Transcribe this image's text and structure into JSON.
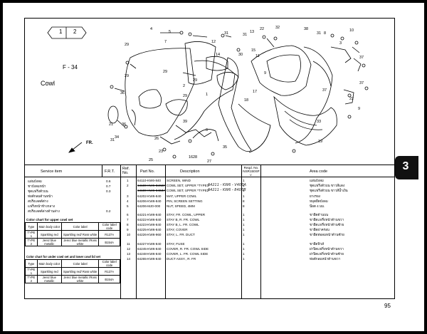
{
  "section": {
    "tab_left": "1",
    "tab_right": "2",
    "chapter": "3",
    "page_number": "95"
  },
  "figure": {
    "code": "F - 34",
    "title": "Cowl",
    "front_label": "FR.",
    "callouts": [
      "4",
      "5",
      "31",
      "31",
      "13",
      "22",
      "32",
      "38",
      "31",
      "10",
      "8",
      "3",
      "37",
      "29",
      "29",
      "36",
      "7",
      "12",
      "14",
      "15",
      "11",
      "1",
      "30",
      "9",
      "37",
      "36",
      "17",
      "18",
      "37",
      "22",
      "29",
      "29",
      "29",
      "2",
      "33",
      "21",
      "31",
      "6",
      "39",
      "16",
      "19",
      "34",
      "35",
      "26",
      "25",
      "23",
      "28",
      "27",
      "9"
    ]
  },
  "table": {
    "headers": {
      "service_item": "Service item",
      "frt": "F.R.T.",
      "ref_no": "Ref. No.",
      "part_no": "Part No.",
      "description": "Description",
      "reqd_no": "Reqd. No. NSR150SP",
      "reqd_sub": "V",
      "area_code": "Area code"
    },
    "service_items": [
      {
        "name": "แผ่นบังลม",
        "frt": "0.6"
      },
      {
        "name": "ชาบังลมหน้า",
        "frt": "0.7"
      },
      {
        "name": "ชุดแฟริ่งตัวบน",
        "frt": "0.3"
      },
      {
        "name": "ท่อดักลมด้านหน้า",
        "frt": ""
      },
      {
        "name": "สปริงเลดด์ต่าง",
        "frt": ""
      },
      {
        "name": "แฟริ่งหน้าข้างกลาง",
        "frt": ""
      },
      {
        "name": "สปริงเลดด์ล่างด้านล่าง",
        "frt": "0.2"
      }
    ],
    "color_chart_upper": {
      "title": "Color chart for upper cowl set",
      "columns": [
        "Type",
        "Main body color",
        "Color label",
        "Color label code"
      ],
      "rows": [
        {
          "type": "TYPE 1",
          "main": "Sparkling red",
          "label": "Sparkling red/ Ross white",
          "code": "R127A"
        },
        {
          "type": "TYPE 2",
          "main": "Jerez blue metallic",
          "label": "Jerez blue metallic /Ross white",
          "code": "B154A"
        }
      ]
    },
    "color_chart_lower": {
      "title": "Color chart for under cowl set and lower cowl lid set",
      "columns": [
        "Type",
        "Main body color",
        "Color label",
        "Color label code"
      ],
      "rows": [
        {
          "type": "TYPE 1",
          "main": "Sparkling red",
          "label": "Sparkling red/ Ross white",
          "code": "R127A"
        },
        {
          "type": "TYPE 2",
          "main": "Jerez blue metallic",
          "label": "Jerez blue metallic /Ross white",
          "code": "B154A"
        }
      ]
    },
    "parts": [
      {
        "ref": "1",
        "part": "64110-KW6-840",
        "desc": "SCREEN, WIND",
        "qty": "1",
        "area": "แผ่นบังลม",
        "strike": false,
        "note": ""
      },
      {
        "ref": "2",
        "part": "64100-KW6-B40ZA",
        "desc": "COWL SET, UPPER *TYPE1*",
        "qty": "1",
        "area": "ชุดแฟริ่งตัวบน ขาวสีแดง",
        "strike": true,
        "note": "64211 - KW6 - V40ZA"
      },
      {
        "ref": "",
        "part": "64100-KW6-840ZA",
        "desc": "COWL SET, UPPER *TYPE2*",
        "qty": "1",
        "area": "ชุดแฟริ่งตัวบน ขาวสีน้ำเงิน",
        "strike": true,
        "note": "64211 - KW6 - 840ZB"
      },
      {
        "ref": "3",
        "part": "64202-KW6-840",
        "desc": "MAT, UPPER COWL",
        "qty": "1",
        "area": "ยางรอง",
        "strike": false,
        "note": ""
      },
      {
        "ref": "4",
        "part": "64206-KW6-840",
        "desc": "PIN, SCREEN SETTING",
        "qty": "8",
        "area": "หมุดยึดบังลม",
        "strike": false,
        "note": ""
      },
      {
        "ref": "5",
        "part": "64206-MJ0-000",
        "desc": "NUT, SPEED, 4MM",
        "qty": "8",
        "area": "น๊อต 4 มม.",
        "strike": false,
        "note": ""
      },
      {
        "ref": "6",
        "part": "64221-KW6-840",
        "desc": "STAY, FR. COWL, UPPER",
        "qty": "1",
        "area": "ขายึดด้านบน",
        "strike": false,
        "note": ""
      },
      {
        "ref": "7",
        "part": "64222-KW6-840",
        "desc": "STAY B, R. FR. COWL",
        "qty": "1",
        "area": "ขายึดแฟริ่งหน้าด้านขวา",
        "strike": false,
        "note": ""
      },
      {
        "ref": "8",
        "part": "64223-KW6-840",
        "desc": "STAY B, L. FR. COWL",
        "qty": "1",
        "area": "ขายึดแฟริ่งหน้าด้านซ้าย",
        "strike": false,
        "note": ""
      },
      {
        "ref": "9",
        "part": "64225-KW6-840",
        "desc": "STAY, COVER",
        "qty": "1",
        "area": "ขายึดฝาครอบ",
        "strike": false,
        "note": ""
      },
      {
        "ref": "10",
        "part": "64226-KW6-960",
        "desc": "STAY, L. FR. DUCT",
        "qty": "1",
        "area": "ขายึดท่อลมหน้าด้านซ้าย",
        "strike": false,
        "note": ""
      },
      {
        "ref": "11",
        "part": "64227-KW6-840",
        "desc": "STAY, FUSE",
        "qty": "1",
        "area": "ขายึดฟิวส์",
        "strike": false,
        "note": ""
      },
      {
        "ref": "12",
        "part": "64245-KW6-840",
        "desc": "COVER, R. FR. COWL SIDE",
        "qty": "1",
        "area": "ฝาปิดแฟริ่งหน้าด้านขวา",
        "strike": false,
        "note": ""
      },
      {
        "ref": "13",
        "part": "64248-KW6-840",
        "desc": "COVER, L. FR. COWL SIDE",
        "qty": "1",
        "area": "ฝาปิดแฟริ่งหน้าด้านซ้าย",
        "strike": false,
        "note": ""
      },
      {
        "ref": "14",
        "part": "64265-KW6-840",
        "desc": "DUCT ASSY., R. FR",
        "qty": "1",
        "area": "ท่อดักลมหน้าด้านขวา",
        "strike": false,
        "note": ""
      }
    ]
  },
  "watermark": "[850x638] https://uplc.me/"
}
